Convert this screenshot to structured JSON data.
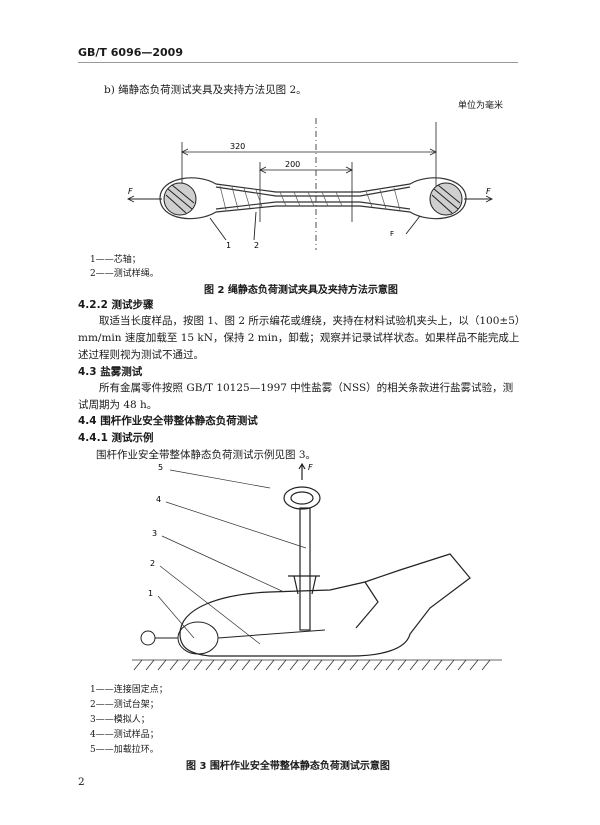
{
  "header": {
    "standard_code": "GB/T 6096—2009"
  },
  "section_b": {
    "text": "b)   绳静态负荷测试夹具及夹持方法见图 2。"
  },
  "unit_note": "单位为毫米",
  "figure2": {
    "dims": {
      "outer": "320",
      "inner": "200"
    },
    "force_label_left": "F",
    "force_label_right": "F",
    "callout_1": "1",
    "callout_2": "2",
    "marker": "F",
    "legend": [
      "1——芯轴；",
      "2——测试样绳。"
    ],
    "caption": "图 2   绳静态负荷测试夹具及夹持方法示意图"
  },
  "s422": {
    "heading": "4.2.2   测试步骤",
    "body": "取适当长度样品，按图 1、图 2 所示编花或缠绕，夹持在材料试验机夹头上，以（100±5）mm/min 速度加载至 15 kN，保持 2 min，卸载；观察并记录试样状态。如果样品不能完成上述过程则视为测试不通过。"
  },
  "s43": {
    "heading": "4.3   盐雾测试",
    "body": "所有金属零件按照 GB/T 10125—1997 中性盐雾（NSS）的相关条款进行盐雾试验，测试周期为 48 h。"
  },
  "s44": {
    "heading": "4.4   围杆作业安全带整体静态负荷测试"
  },
  "s441": {
    "heading": "4.4.1   测试示例",
    "body": "围杆作业安全带整体静态负荷测试示例见图 3。"
  },
  "figure3": {
    "force_label": "F",
    "callouts": [
      "5",
      "4",
      "3",
      "2",
      "1"
    ],
    "legend": [
      "1——连接固定点；",
      "2——测试台架；",
      "3——模拟人；",
      "4——测试样品；",
      "5——加载拉环。"
    ],
    "caption": "图 3   围杆作业安全带整体静态负荷测试示意图"
  },
  "page_number": "2"
}
